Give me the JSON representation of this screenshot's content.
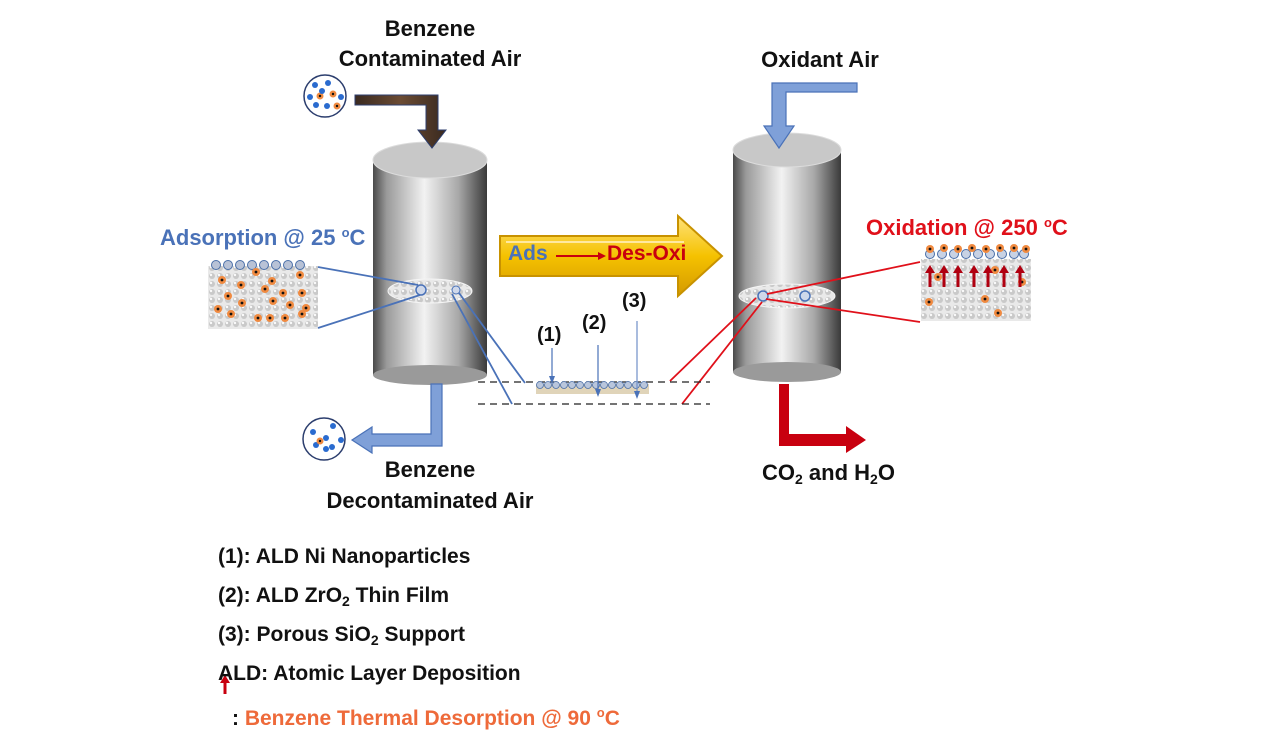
{
  "labels": {
    "inlet_line1": "Benzene",
    "inlet_line2": "Contaminated Air",
    "outlet_line1": "Benzene",
    "outlet_line2": "Decontaminated Air",
    "oxidant": "Oxidant Air",
    "products_a": "CO",
    "products_sub1": "2",
    "products_b": " and H",
    "products_sub2": "2",
    "products_c": "O",
    "adsorption": "Adsorption @ 25 ",
    "adsorption_deg": "o",
    "adsorption_unit": "C",
    "oxidation": "Oxidation @ 250 ",
    "oxidation_deg": "o",
    "oxidation_unit": "C",
    "arrow_ads": "Ads",
    "arrow_des": "Des-Oxi",
    "marker1": "(1)",
    "marker2": "(2)",
    "marker3": "(3)"
  },
  "legend": [
    {
      "prefix": "(1): ALD Ni Nanoparticles",
      "sub": "",
      "suffix": ""
    },
    {
      "prefix": "(2): ALD ZrO",
      "sub": "2",
      "suffix": " Thin Film"
    },
    {
      "prefix": "(3): Porous SiO",
      "sub": "2",
      "suffix": " Support"
    },
    {
      "prefix": "ALD: Atomic Layer Deposition",
      "sub": "",
      "suffix": ""
    }
  ],
  "desorption_note": {
    "icon": "up-arrow-icon",
    "colon": " : ",
    "text": "Benzene Thermal Desorption @ 90 ",
    "deg": "o",
    "unit": "C"
  },
  "colors": {
    "blue": "#4a72b8",
    "red": "#e0101a",
    "darkred": "#b00010",
    "orange": "#ee6a3a",
    "gold": "#f5c200"
  }
}
